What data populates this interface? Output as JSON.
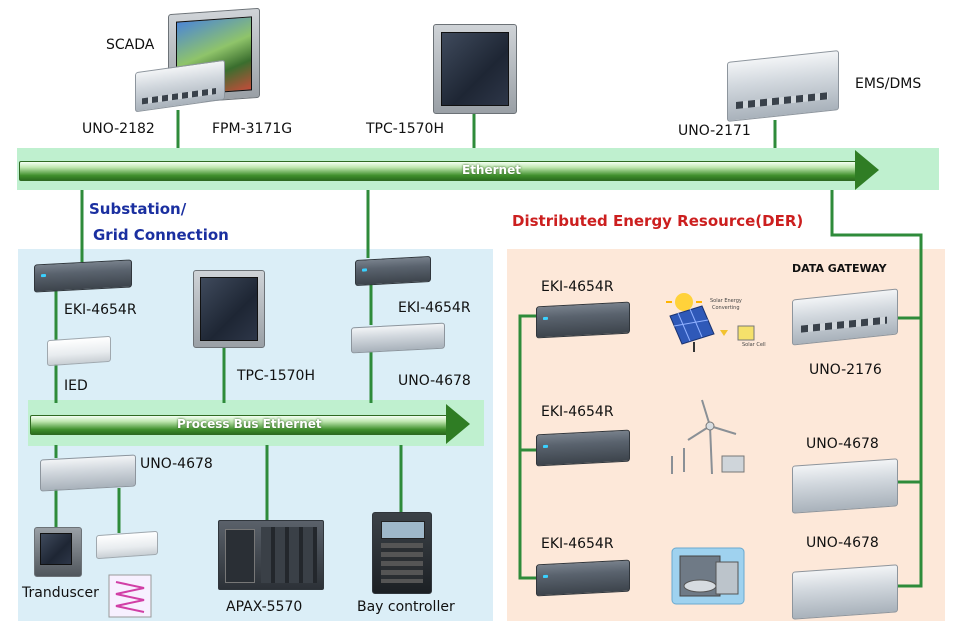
{
  "buses": {
    "ethernet": "Ethernet",
    "process_bus": "Process Bus Ethernet"
  },
  "top": {
    "scada": "SCADA",
    "uno_2182": "UNO-2182",
    "fpm_3171g": "FPM-3171G",
    "tpc_1570h": "TPC-1570H",
    "uno_2171": "UNO-2171",
    "ems_dms": "EMS/DMS"
  },
  "substation": {
    "heading_line1": "Substation/",
    "heading_line2": "Grid Connection",
    "eki_left": "EKI-4654R",
    "ied": "IED",
    "tpc_1570h": "TPC-1570H",
    "eki_right": "EKI-4654R",
    "uno_4678_top": "UNO-4678",
    "uno_4678_bottom": "UNO-4678",
    "tranduscer": "Tranduscer",
    "apax_5570": "APAX-5570",
    "bay_controller": "Bay controller"
  },
  "der": {
    "heading": "Distributed Energy Resource(DER)",
    "eki_1": "EKI-4654R",
    "eki_2": "EKI-4654R",
    "eki_3": "EKI-4654R",
    "data_gateway": "DATA GATEWAY",
    "uno_2176": "UNO-2176",
    "uno_4678_a": "UNO-4678",
    "uno_4678_b": "UNO-4678",
    "solar_label_1": "Solar Energy",
    "solar_label_2": "Converting",
    "solar_label_3": "Solar Cell"
  },
  "colors": {
    "line_green": "#2e8b3a",
    "substation_heading": "#1a2fa0",
    "der_heading": "#cc1f1f",
    "substation_panel": "#dbeef7",
    "der_panel": "#fde8d9",
    "band": "#bff0cf"
  }
}
